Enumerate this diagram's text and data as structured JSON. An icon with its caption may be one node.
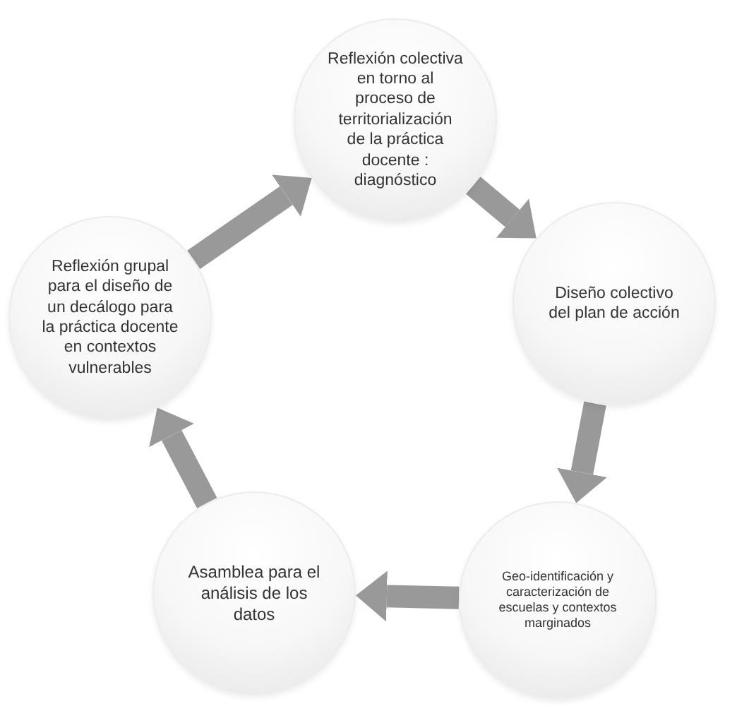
{
  "diagram": {
    "nodes": [
      {
        "text": [
          "Reflexión colectiva en torno al proceso de territorialización de la práctica docente : diagnóstico"
        ]
      },
      {
        "text": [
          "Diseño colectivo del plan de acción"
        ]
      },
      {
        "text": [
          "Geo-identificación y caracterización de escuelas y contextos marginados"
        ]
      },
      {
        "text": [
          "Asamblea para el análisis de los datos"
        ]
      },
      {
        "text": [
          "Reflexión grupal para el diseño de un decálogo para la práctica docente en contextos vulnerables"
        ]
      }
    ],
    "edges": [
      {
        "from": 0,
        "to": 1,
        "arrow": "to"
      },
      {
        "from": 1,
        "to": 2,
        "arrow": "to"
      },
      {
        "from": 2,
        "to": 3,
        "arrow": "to"
      },
      {
        "from": 3,
        "to": 4,
        "arrow": "to"
      },
      {
        "from": 4,
        "to": 0,
        "arrow": "to"
      }
    ]
  }
}
